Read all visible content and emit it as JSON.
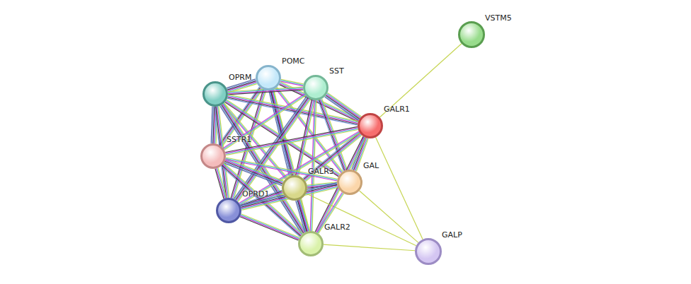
{
  "diagram": {
    "nodes": [
      {
        "text": [
          "VSTM5"
        ]
      },
      {
        "text": [
          "POMC"
        ]
      },
      {
        "text": [
          "OPRM"
        ]
      },
      {
        "text": [
          "SST"
        ]
      },
      {
        "text": [
          "GALR1"
        ]
      },
      {
        "text": [
          "SSTR1"
        ]
      },
      {
        "text": [
          "GALR3"
        ]
      },
      {
        "text": [
          "GAL"
        ]
      },
      {
        "text": [
          "OPRD1"
        ]
      },
      {
        "text": [
          "GALR2"
        ]
      },
      {
        "text": [
          "GALP"
        ]
      }
    ],
    "edges": [
      {
        "from": 0,
        "to": 4,
        "arrow": "none"
      },
      {
        "from": 1,
        "to": 2,
        "arrow": "none"
      },
      {
        "from": 1,
        "to": 3,
        "arrow": "none"
      },
      {
        "from": 1,
        "to": 4,
        "arrow": "none"
      },
      {
        "from": 1,
        "to": 5,
        "arrow": "none"
      },
      {
        "from": 1,
        "to": 6,
        "arrow": "none"
      },
      {
        "from": 1,
        "to": 7,
        "arrow": "none"
      },
      {
        "from": 1,
        "to": 8,
        "arrow": "none"
      },
      {
        "from": 1,
        "to": 9,
        "arrow": "none"
      },
      {
        "from": 2,
        "to": 3,
        "arrow": "none"
      },
      {
        "from": 2,
        "to": 4,
        "arrow": "none"
      },
      {
        "from": 2,
        "to": 5,
        "arrow": "none"
      },
      {
        "from": 2,
        "to": 6,
        "arrow": "none"
      },
      {
        "from": 2,
        "to": 7,
        "arrow": "none"
      },
      {
        "from": 2,
        "to": 8,
        "arrow": "none"
      },
      {
        "from": 2,
        "to": 9,
        "arrow": "none"
      },
      {
        "from": 3,
        "to": 4,
        "arrow": "none"
      },
      {
        "from": 3,
        "to": 5,
        "arrow": "none"
      },
      {
        "from": 3,
        "to": 6,
        "arrow": "none"
      },
      {
        "from": 3,
        "to": 7,
        "arrow": "none"
      },
      {
        "from": 3,
        "to": 8,
        "arrow": "none"
      },
      {
        "from": 3,
        "to": 9,
        "arrow": "none"
      },
      {
        "from": 4,
        "to": 5,
        "arrow": "none"
      },
      {
        "from": 4,
        "to": 6,
        "arrow": "none"
      },
      {
        "from": 4,
        "to": 7,
        "arrow": "none"
      },
      {
        "from": 4,
        "to": 8,
        "arrow": "none"
      },
      {
        "from": 4,
        "to": 9,
        "arrow": "none"
      },
      {
        "from": 4,
        "to": 10,
        "arrow": "none"
      },
      {
        "from": 5,
        "to": 6,
        "arrow": "none"
      },
      {
        "from": 5,
        "to": 7,
        "arrow": "none"
      },
      {
        "from": 5,
        "to": 8,
        "arrow": "none"
      },
      {
        "from": 5,
        "to": 9,
        "arrow": "none"
      },
      {
        "from": 6,
        "to": 7,
        "arrow": "none"
      },
      {
        "from": 6,
        "to": 8,
        "arrow": "none"
      },
      {
        "from": 6,
        "to": 9,
        "arrow": "none"
      },
      {
        "from": 6,
        "to": 10,
        "arrow": "none"
      },
      {
        "from": 7,
        "to": 8,
        "arrow": "none"
      },
      {
        "from": 7,
        "to": 9,
        "arrow": "none"
      },
      {
        "from": 7,
        "to": 10,
        "arrow": "none"
      },
      {
        "from": 8,
        "to": 9,
        "arrow": "none"
      },
      {
        "from": 9,
        "to": 10,
        "arrow": "none"
      }
    ]
  }
}
